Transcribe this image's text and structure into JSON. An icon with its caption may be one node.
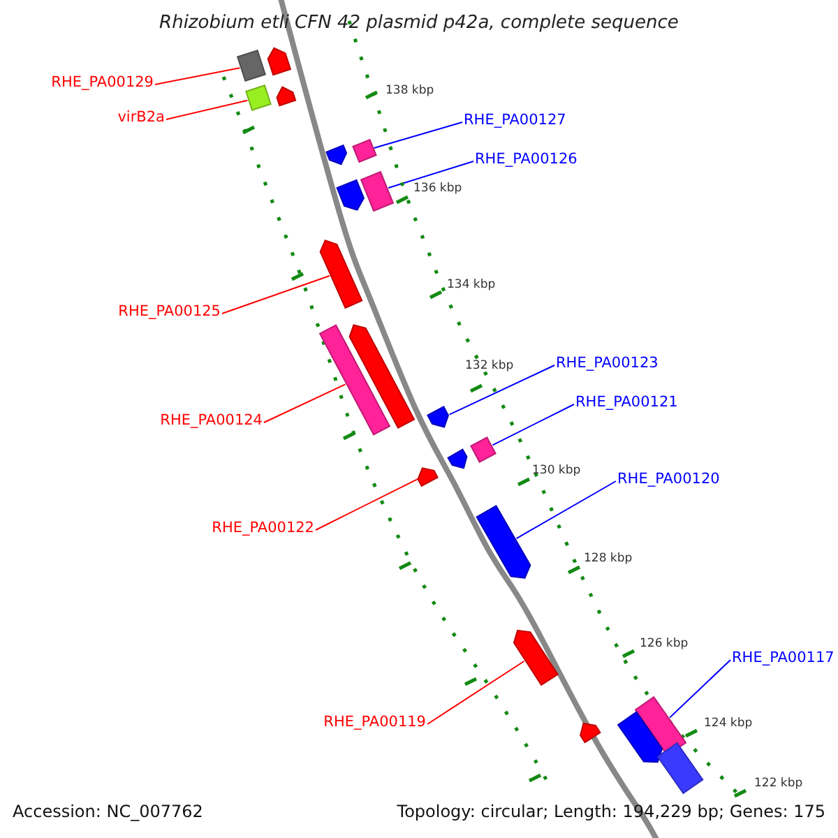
{
  "diagram": {
    "title": "Rhizobium etli CFN 42 plasmid p42a, complete sequence",
    "nodes": [
      {
        "text": [
          "RHE_PA00129"
        ]
      },
      {
        "text": [],
        "shape": "box"
      },
      {
        "text": [
          "virB2a"
        ]
      },
      {
        "text": [],
        "shape": "box"
      },
      {
        "text": [
          "RHE_PA00127"
        ]
      },
      {
        "text": [],
        "shape": "box"
      },
      {
        "text": [
          "RHE_PA00126"
        ]
      },
      {
        "text": [],
        "shape": "box"
      },
      {
        "text": [
          "RHE_PA00125"
        ]
      },
      {
        "text": [],
        "shape": "arrow"
      },
      {
        "text": [
          "RHE_PA00124"
        ]
      },
      {
        "text": [],
        "shape": "box"
      },
      {
        "text": [
          "RHE_PA00123"
        ]
      },
      {
        "text": [],
        "shape": "arrow"
      },
      {
        "text": [
          "RHE_PA00121"
        ]
      },
      {
        "text": [],
        "shape": "box"
      },
      {
        "text": [
          "RHE_PA00120"
        ]
      },
      {
        "text": [],
        "shape": "arrow"
      },
      {
        "text": [
          "RHE_PA00122"
        ]
      },
      {
        "text": [],
        "shape": "arrow"
      },
      {
        "text": [
          "RHE_PA00119"
        ]
      },
      {
        "text": [],
        "shape": "arrow"
      },
      {
        "text": [
          "RHE_PA00117"
        ]
      },
      {
        "text": [],
        "shape": "box"
      },
      {
        "text": [],
        "shape": "arrow"
      },
      {
        "text": [],
        "shape": "arrow"
      },
      {
        "text": [],
        "shape": "arrow"
      },
      {
        "text": [],
        "shape": "arrow"
      },
      {
        "text": [],
        "shape": "arrow"
      },
      {
        "text": [],
        "shape": "arrow"
      },
      {
        "text": [],
        "shape": "arrow"
      },
      {
        "text": [],
        "shape": "arrow"
      },
      {
        "text": [],
        "shape": "box"
      }
    ],
    "edges": [
      {
        "from": 0,
        "to": 1,
        "arrow": "none"
      },
      {
        "from": 2,
        "to": 3,
        "arrow": "none"
      },
      {
        "from": 4,
        "to": 5,
        "arrow": "none",
        "color": "#0000ff"
      },
      {
        "from": 6,
        "to": 7,
        "arrow": "none",
        "color": "#0000ff"
      },
      {
        "from": 8,
        "to": 9,
        "arrow": "none"
      },
      {
        "from": 10,
        "to": 11,
        "arrow": "none"
      },
      {
        "from": 12,
        "to": 13,
        "arrow": "none",
        "color": "#0000ff"
      },
      {
        "from": 14,
        "to": 15,
        "arrow": "none",
        "color": "#0000ff"
      },
      {
        "from": 16,
        "to": 17,
        "arrow": "none",
        "color": "#0000ff"
      },
      {
        "from": 18,
        "to": 19,
        "arrow": "none"
      },
      {
        "from": 20,
        "to": 21,
        "arrow": "none"
      },
      {
        "from": 22,
        "to": 23,
        "arrow": "none",
        "color": "#0000ff"
      }
    ],
    "labels": [
      "138 kbp",
      "136 kbp",
      "134 kbp",
      "132 kbp",
      "130 kbp",
      "128 kbp",
      "126 kbp",
      "124 kbp",
      "122 kbp",
      "Accession: NC_007762",
      "Topology: circular; Length: 194,229 bp; Genes: 175"
    ]
  }
}
